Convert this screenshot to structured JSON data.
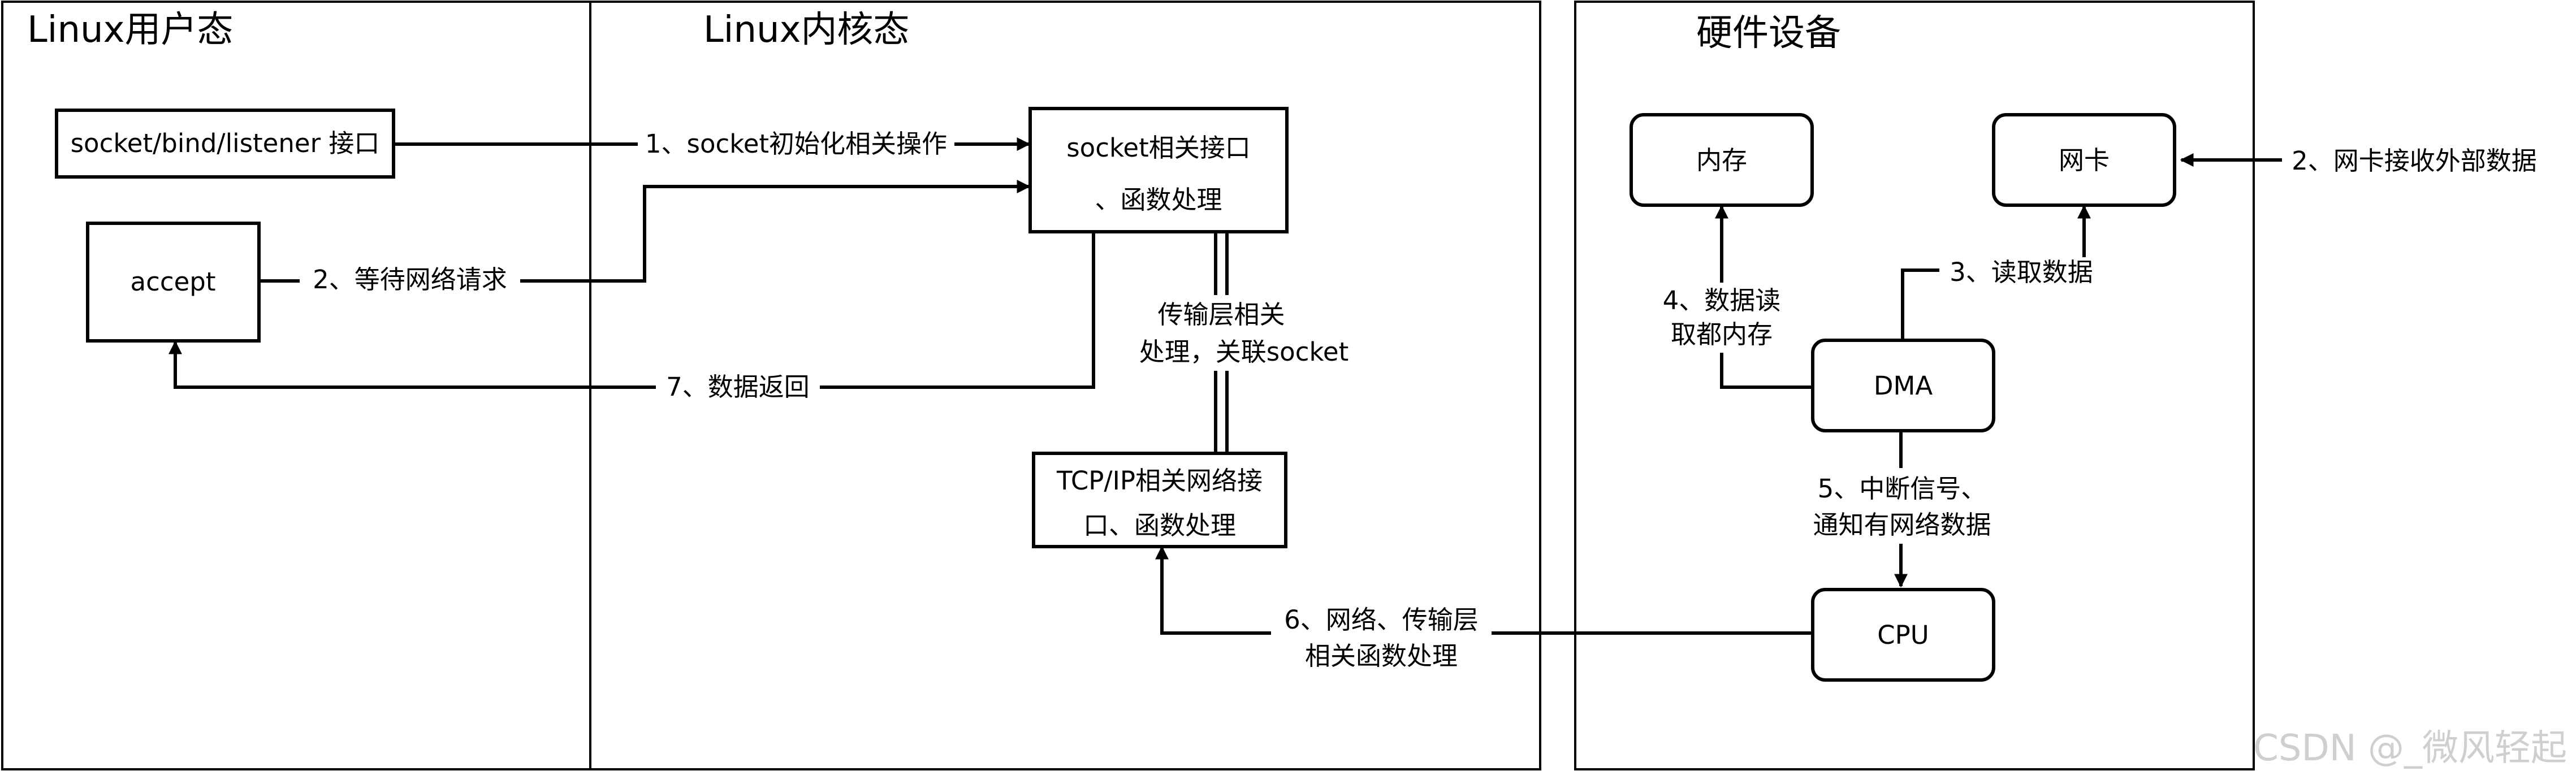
{
  "sections": {
    "user_space": "Linux用户态",
    "kernel_space": "Linux内核态",
    "hardware": "硬件设备"
  },
  "nodes": {
    "socket_bind_listen": "socket/bind/listener 接口",
    "accept": "accept",
    "socket_iface_line1": "socket相关接口",
    "socket_iface_line2": "、函数处理",
    "tcpip_line1": "TCP/IP相关网络接",
    "tcpip_line2": "口、函数处理",
    "memory": "内存",
    "nic": "网卡",
    "dma": "DMA",
    "cpu": "CPU"
  },
  "edges": {
    "e1": "1、socket初始化相关操作",
    "e2_wait": "2、等待网络请求",
    "e2_nic": "2、网卡接收外部数据",
    "e3": "3、读取数据",
    "e4_line1": "4、数据读",
    "e4_line2": "取都内存",
    "e5_line1": "5、中断信号、",
    "e5_line2": "通知有网络数据",
    "e6_line1": "6、网络、传输层",
    "e6_line2": "相关函数处理",
    "e7": "7、数据返回",
    "transport_line1": "传输层相关",
    "transport_line2": "处理，关联socket"
  },
  "watermark": "CSDN @_微风轻起"
}
